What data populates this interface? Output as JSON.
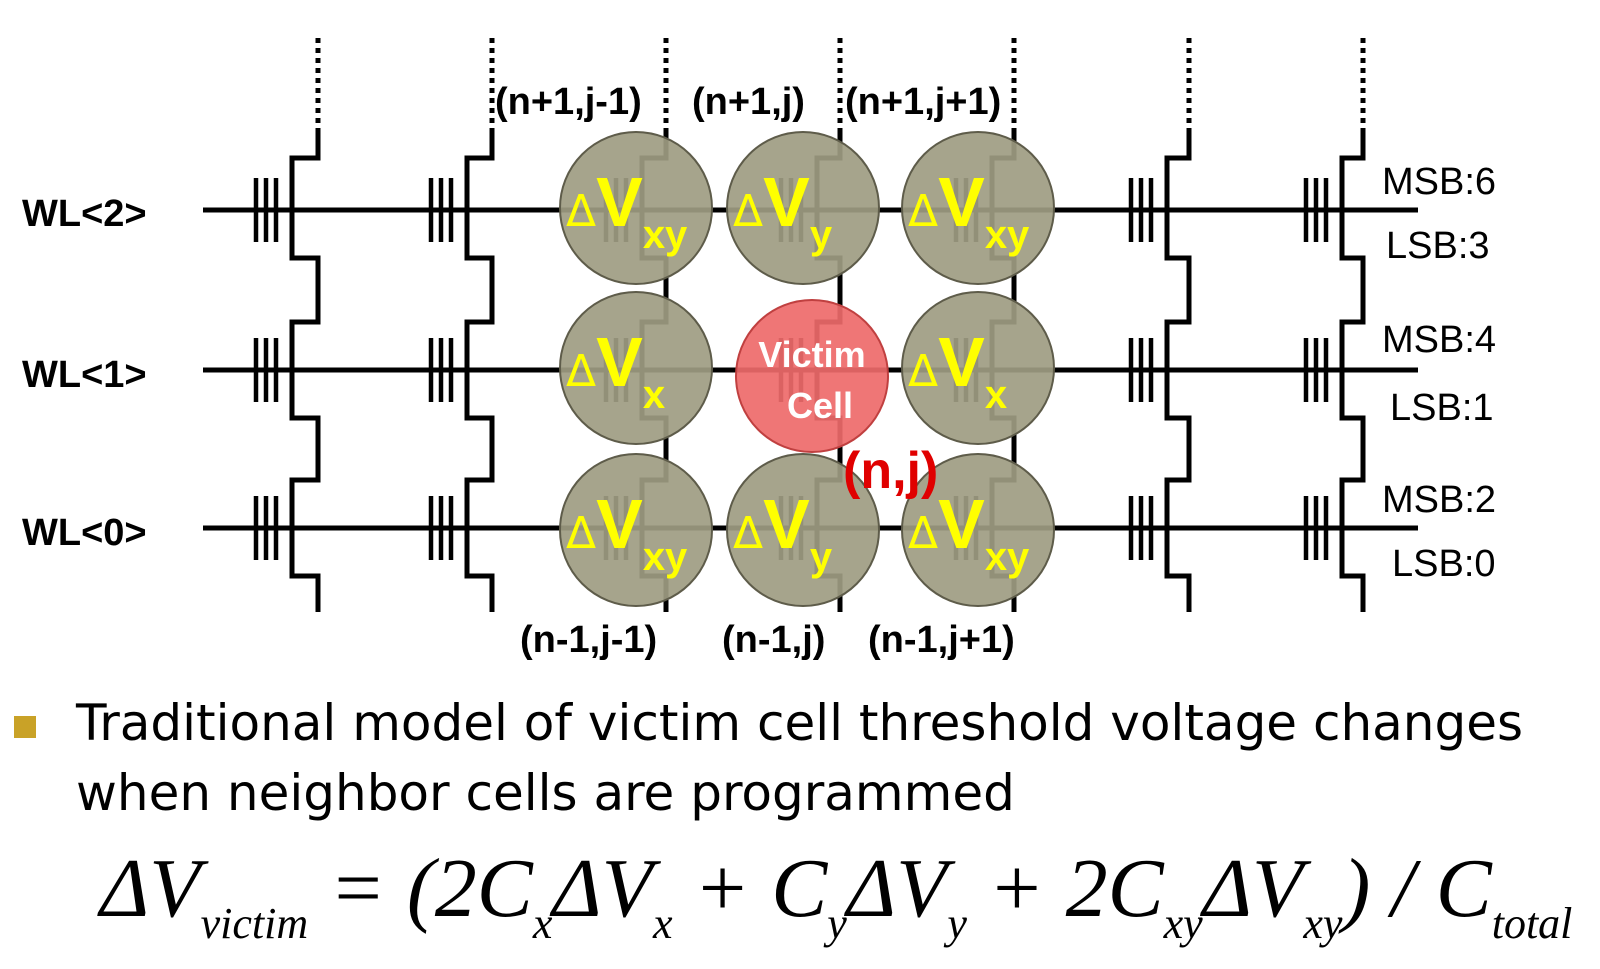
{
  "word_lines": [
    {
      "label": "WL<2>",
      "msb": "MSB:6",
      "lsb": "LSB:3"
    },
    {
      "label": "WL<1>",
      "msb": "MSB:4",
      "lsb": "LSB:1"
    },
    {
      "label": "WL<0>",
      "msb": "MSB:2",
      "lsb": "LSB:0"
    }
  ],
  "top_coords": [
    "(n+1,j-1)",
    "(n+1,j)",
    "(n+1,j+1)"
  ],
  "bottom_coords": [
    "(n-1,j-1)",
    "(n-1,j)",
    "(n-1,j+1)"
  ],
  "neighbors": {
    "delta": "Δ",
    "v": "V",
    "cells": [
      {
        "row": 0,
        "col": 0,
        "sub": "xy"
      },
      {
        "row": 0,
        "col": 1,
        "sub": "y"
      },
      {
        "row": 0,
        "col": 2,
        "sub": "xy"
      },
      {
        "row": 1,
        "col": 0,
        "sub": "x"
      },
      {
        "row": 1,
        "col": 2,
        "sub": "x"
      },
      {
        "row": 2,
        "col": 0,
        "sub": "xy"
      },
      {
        "row": 2,
        "col": 1,
        "sub": "y"
      },
      {
        "row": 2,
        "col": 2,
        "sub": "xy"
      }
    ]
  },
  "victim": {
    "line1": "Victim",
    "line2": "Cell",
    "coord": "(n,j)"
  },
  "bullet": "Traditional model of victim cell threshold voltage changes when neighbor cells are programmed",
  "formula": {
    "p1": "ΔV",
    "s1": "victim",
    "p2": " = (2C",
    "s2": "x",
    "p3": "ΔV",
    "s3": "x",
    "p4": " + C",
    "s4": "y",
    "p5": "ΔV",
    "s5": "y",
    "p6": " + 2C",
    "s6": "xy",
    "p7": "ΔV",
    "s7": "xy",
    "p8": ") / C",
    "s8": "total"
  },
  "colors": {
    "neighbor_fill": "#9e9c82",
    "victim_fill": "#ee6a6a",
    "highlight_text": "#ffff00",
    "victim_coord": "#e00000",
    "bullet_marker": "#c9a227"
  }
}
